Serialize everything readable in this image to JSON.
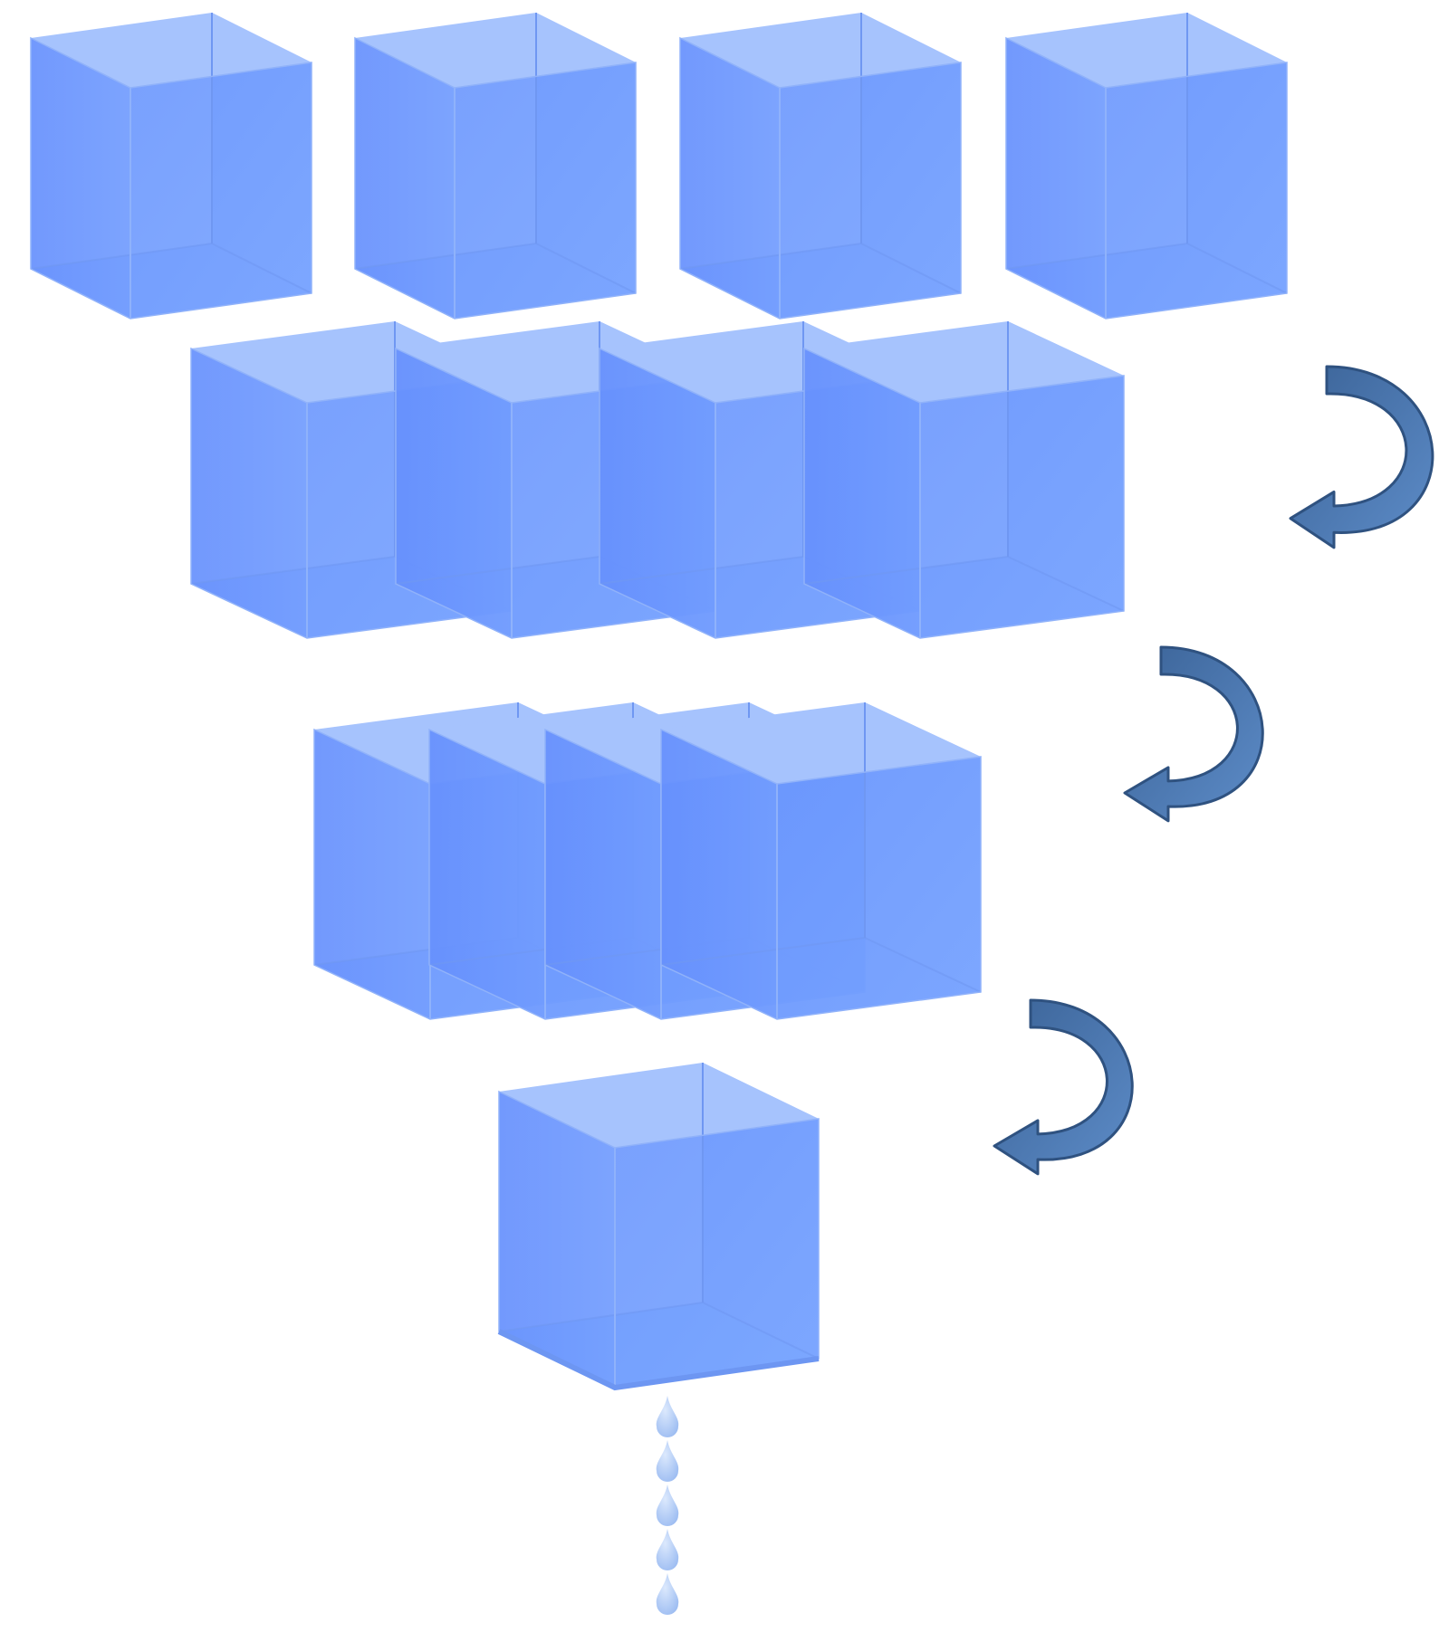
{
  "diagram": {
    "description_visible_text": "",
    "colors": {
      "background": "#ffffff",
      "cube_top": "#a6c3fd",
      "cube_front_light": "#79a6ff",
      "cube_front_dark": "#6492fd",
      "cube_edge": "#6f97f2",
      "cube_floor_last": "#a8d2fd",
      "arrow_fill_light": "#5b89c6",
      "arrow_fill_dark": "#3d6699",
      "arrow_stroke": "#2f5280",
      "drop_color": "#a9c8f6"
    },
    "rows": [
      {
        "name": "row-1",
        "cube_count": 4,
        "overlapping": false
      },
      {
        "name": "row-2",
        "cube_count": 4,
        "overlapping": true
      },
      {
        "name": "row-3",
        "cube_count": 4,
        "overlapping": true
      },
      {
        "name": "row-4",
        "cube_count": 1,
        "overlapping": false,
        "draining": true
      }
    ],
    "arrows": [
      {
        "name": "curved-arrow-1",
        "direction": "clockwise-down-left"
      },
      {
        "name": "curved-arrow-2",
        "direction": "clockwise-down-left"
      },
      {
        "name": "curved-arrow-3",
        "direction": "clockwise-down-left"
      }
    ],
    "drop_count": 5
  }
}
